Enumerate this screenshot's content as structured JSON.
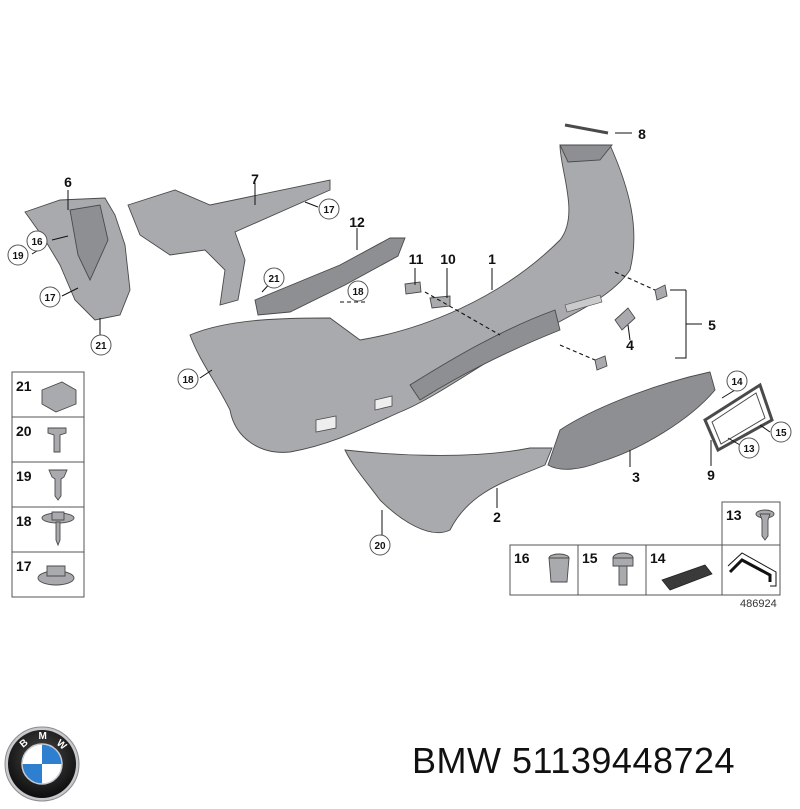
{
  "diagram": {
    "reference": "486924",
    "callouts": [
      {
        "id": "c1",
        "label": "1"
      },
      {
        "id": "c2",
        "label": "2"
      },
      {
        "id": "c3",
        "label": "3"
      },
      {
        "id": "c4",
        "label": "4"
      },
      {
        "id": "c5",
        "label": "5"
      },
      {
        "id": "c6",
        "label": "6"
      },
      {
        "id": "c7",
        "label": "7"
      },
      {
        "id": "c8",
        "label": "8"
      },
      {
        "id": "c9",
        "label": "9"
      },
      {
        "id": "c10",
        "label": "10"
      },
      {
        "id": "c11",
        "label": "11"
      },
      {
        "id": "c12",
        "label": "12"
      },
      {
        "id": "c13",
        "label": "13"
      },
      {
        "id": "c14",
        "label": "14"
      },
      {
        "id": "c15",
        "label": "15"
      },
      {
        "id": "c16",
        "label": "16"
      },
      {
        "id": "c17a",
        "label": "17"
      },
      {
        "id": "c17b",
        "label": "17"
      },
      {
        "id": "c18a",
        "label": "18"
      },
      {
        "id": "c18b",
        "label": "18"
      },
      {
        "id": "c19",
        "label": "19"
      },
      {
        "id": "c20",
        "label": "20"
      },
      {
        "id": "c21a",
        "label": "21"
      },
      {
        "id": "c21b",
        "label": "21"
      }
    ],
    "fastener_boxes": {
      "left": [
        "21",
        "20",
        "19",
        "18",
        "17"
      ],
      "bottom": [
        "16",
        "15",
        "14"
      ],
      "top_right": "13"
    }
  },
  "caption": {
    "brand": "BMW",
    "part_number": "51139448724"
  },
  "logo": {
    "letters": [
      "B",
      "M",
      "W"
    ],
    "colors": {
      "ring": "#1a1a1a",
      "blue": "#2f7fd1",
      "white": "#ffffff",
      "silver": "#c7c9cc"
    }
  }
}
